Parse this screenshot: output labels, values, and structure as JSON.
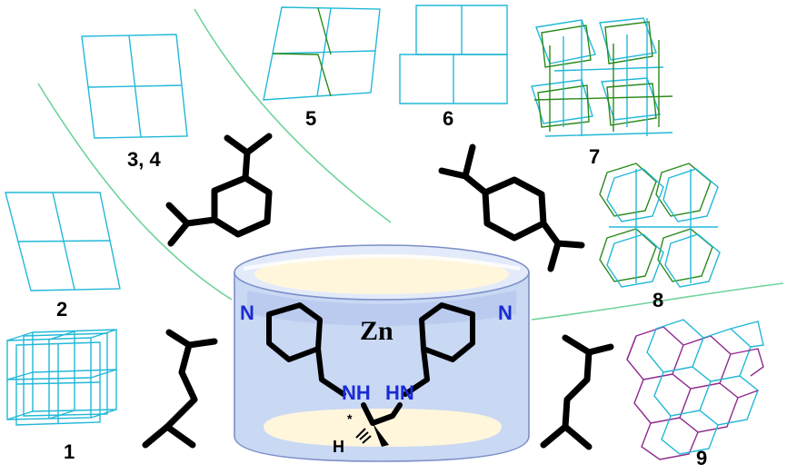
{
  "figure": {
    "labels": {
      "n1": "1",
      "n2": "2",
      "n34": "3, 4",
      "n5": "5",
      "n6": "6",
      "n7": "7",
      "n8": "8",
      "n9": "9"
    },
    "metal": "Zn",
    "atoms": {
      "n_left": "N",
      "n_right": "N",
      "nh_left": "NH",
      "nh_right": "HN",
      "h": "H",
      "star": "*"
    },
    "colors": {
      "net_cyan": "#22b8d8",
      "net_green": "#2a8a1c",
      "net_purple": "#8e2a8e",
      "divider_green": "#6fd39a",
      "cylinder_blue": "#c9d8f3",
      "cylinder_cream": "#fff6dc",
      "nitrogen_blue": "#1a2bd6"
    }
  }
}
